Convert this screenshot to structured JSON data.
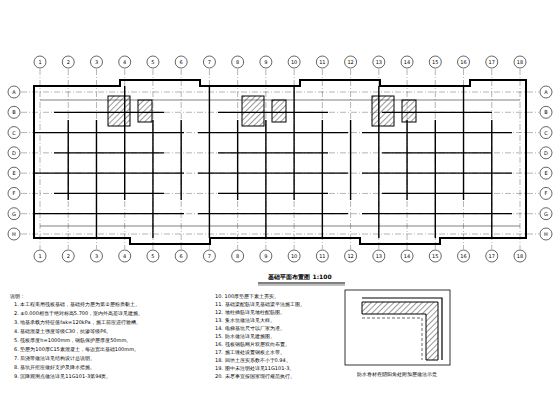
{
  "diagram": {
    "labels": [
      "基础平面布置图 1:100",
      "说明：",
      "1. 本工程采用筏板基础，基础持力层为第②层粉质黏土。",
      "2. ±0.000相当于绝对标高5.700，室内外高差详见建施。",
      "3. 地基承载力特征值fak=120kPa，施工前应进行验槽。",
      "4. 基础混凝土强度等级C30，抗渗等级P6。",
      "5. 筏板厚度h=1000mm，钢筋保护层厚度50mm。",
      "6. 垫层为100厚C15素混凝土，每边宽出基础100mm。",
      "7. 后浇带做法详见结构设计总说明。",
      "8. 基坑开挖应做好支护及降水措施。",
      "9. 沉降观测点做法详见11G101-3第94页。",
      "10. 100厚垫层下素土夯实。",
      "11. 基础梁配筋详见基础梁平法施工图。",
      "12. 墙柱插筋详见墙柱配筋图。",
      "13. 集水坑做法详见大样。",
      "14. 电梯基坑尺寸以厂家为准。",
      "15. 防水做法详见建施图。",
      "16. 筏板钢筋网片双层双向布置。",
      "17. 施工缝处设置钢板止水带。",
      "18. 回填土压实系数不小于0.94。",
      "19. 图中未注明处详见11G101-3。",
      "20. 未尽事宜按国家现行规范执行。",
      "防水卷材在阴阳角处附加层做法示意",
      "1",
      "2",
      "3",
      "4",
      "5",
      "6",
      "7",
      "8",
      "9",
      "10",
      "11",
      "12",
      "13",
      "14",
      "15",
      "16",
      "17",
      "18",
      "1",
      "2",
      "3",
      "4",
      "5",
      "6",
      "7",
      "8",
      "9",
      "10",
      "11",
      "12",
      "13",
      "14",
      "15",
      "16",
      "17",
      "18",
      "A",
      "B",
      "C",
      "D",
      "E",
      "F",
      "G",
      "H",
      "A",
      "B",
      "C",
      "D",
      "E",
      "F",
      "G",
      "H"
    ]
  }
}
